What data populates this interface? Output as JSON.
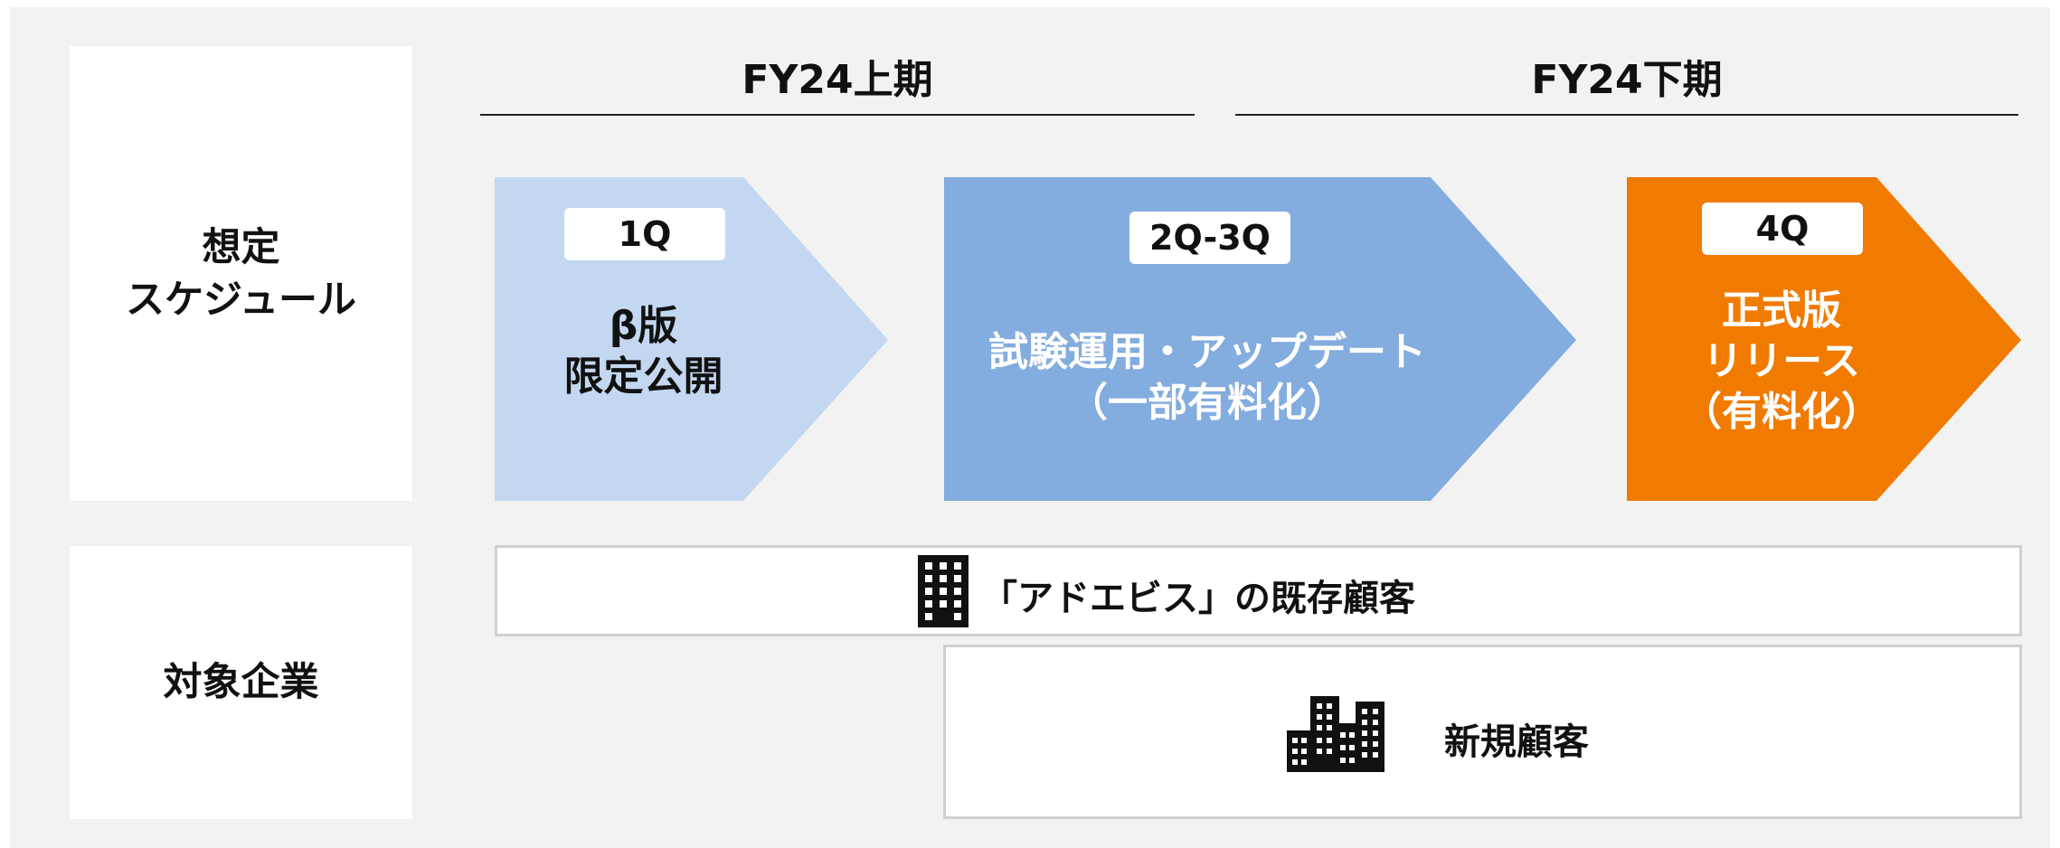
{
  "schedule_label": [
    "想定",
    "スケジュール"
  ],
  "target_label": "対象企業",
  "periods": [
    "FY24上期",
    "FY24下期"
  ],
  "phases": [
    {
      "badge": "1Q",
      "lines": [
        "β版",
        "限定公開"
      ],
      "fill": "#c3d7f0",
      "text_color": "#111111"
    },
    {
      "badge": "2Q-3Q",
      "lines": [
        "試験運用・アップデート",
        "（一部有料化）"
      ],
      "fill": "#83acdf",
      "text_color": "#ffffff"
    },
    {
      "badge": "4Q",
      "lines": [
        "正式版",
        "リリース",
        "（有料化）"
      ],
      "fill": "#f07b00",
      "text_color": "#ffffff"
    }
  ],
  "targets": [
    {
      "label": "「アドエビス」の既存顧客",
      "icon": "building-icon"
    },
    {
      "label": "新規顧客",
      "icon": "buildings-icon"
    }
  ],
  "colors": {
    "background": "#f2f2f2",
    "box": "#ffffff",
    "border": "#d0d0d0"
  }
}
